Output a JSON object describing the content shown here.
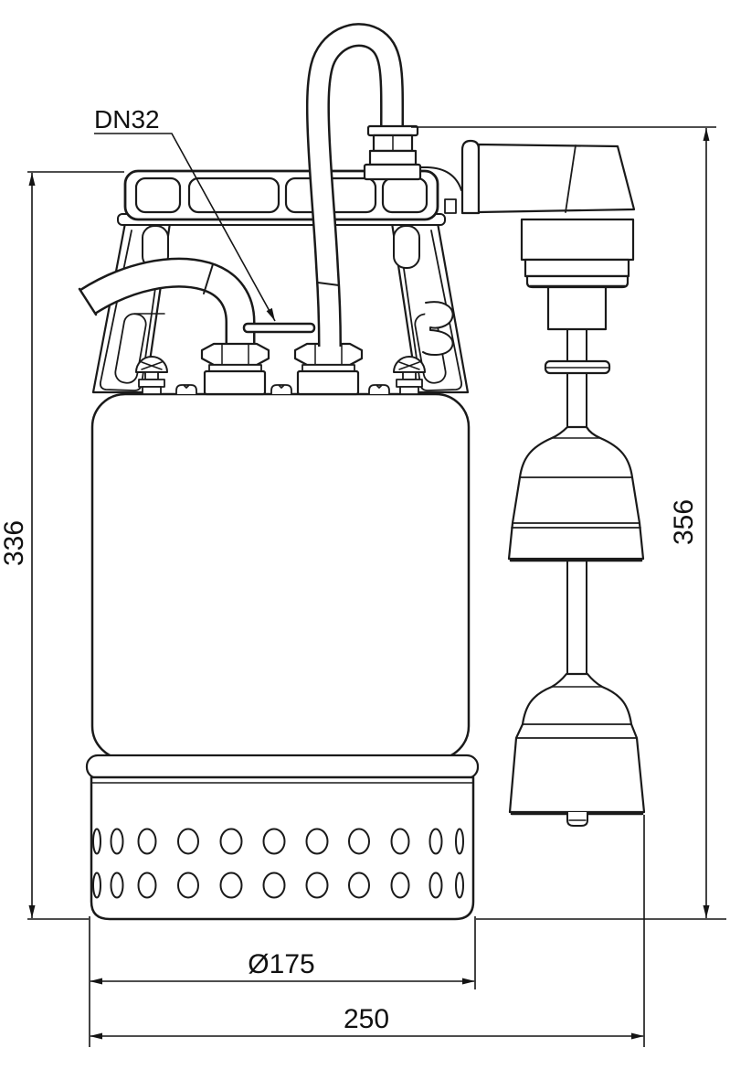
{
  "style": {
    "background": "#ffffff",
    "line_color": "#1a1a1a",
    "dimension_color": "#141414"
  },
  "drawing": {
    "subject": "submersible-pump-with-float-switch-front-view",
    "labels": {
      "port_size": "DN32",
      "pump_height": "336",
      "overall_height": "356",
      "base_diameter": "Ø175",
      "overall_width": "250"
    }
  }
}
